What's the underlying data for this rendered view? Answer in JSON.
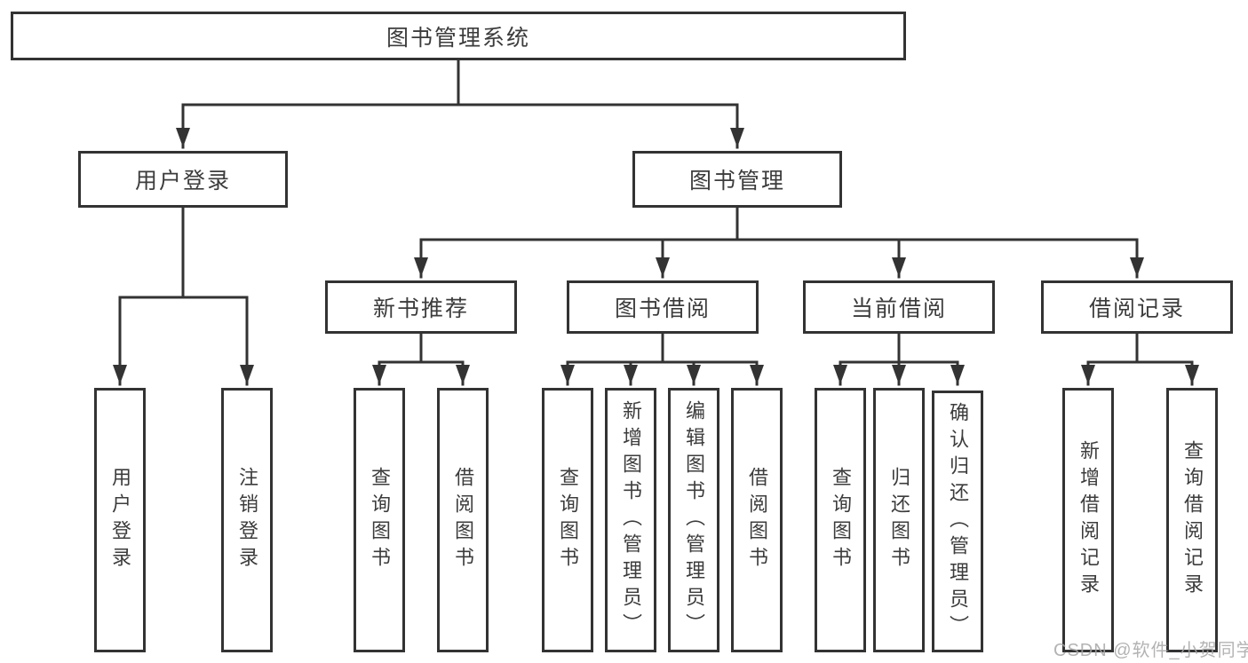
{
  "diagram_type": "hierarchy-tree",
  "tree": {
    "label": "图书管理系统",
    "children": [
      {
        "label": "用户登录",
        "children": [
          {
            "label": "用户登录"
          },
          {
            "label": "注销登录"
          }
        ]
      },
      {
        "label": "图书管理",
        "children": [
          {
            "label": "新书推荐",
            "children": [
              {
                "label": "查询图书"
              },
              {
                "label": "借阅图书"
              }
            ]
          },
          {
            "label": "图书借阅",
            "children": [
              {
                "label": "查询图书"
              },
              {
                "label": "新增图书（管理员）"
              },
              {
                "label": "编辑图书（管理员）"
              },
              {
                "label": "借阅图书"
              }
            ]
          },
          {
            "label": "当前借阅",
            "children": [
              {
                "label": "查询图书"
              },
              {
                "label": "归还图书"
              },
              {
                "label": "确认归还（管理员）"
              }
            ]
          },
          {
            "label": "借阅记录",
            "children": [
              {
                "label": "新增借阅记录"
              },
              {
                "label": "查询借阅记录"
              }
            ]
          }
        ]
      }
    ]
  },
  "watermark": {
    "text": "CSDN @软件_小贺同学"
  },
  "colors": {
    "line": "#333333",
    "text": "#3c3c3c",
    "background": "#ffffff",
    "watermark": "#a6a6a6"
  }
}
